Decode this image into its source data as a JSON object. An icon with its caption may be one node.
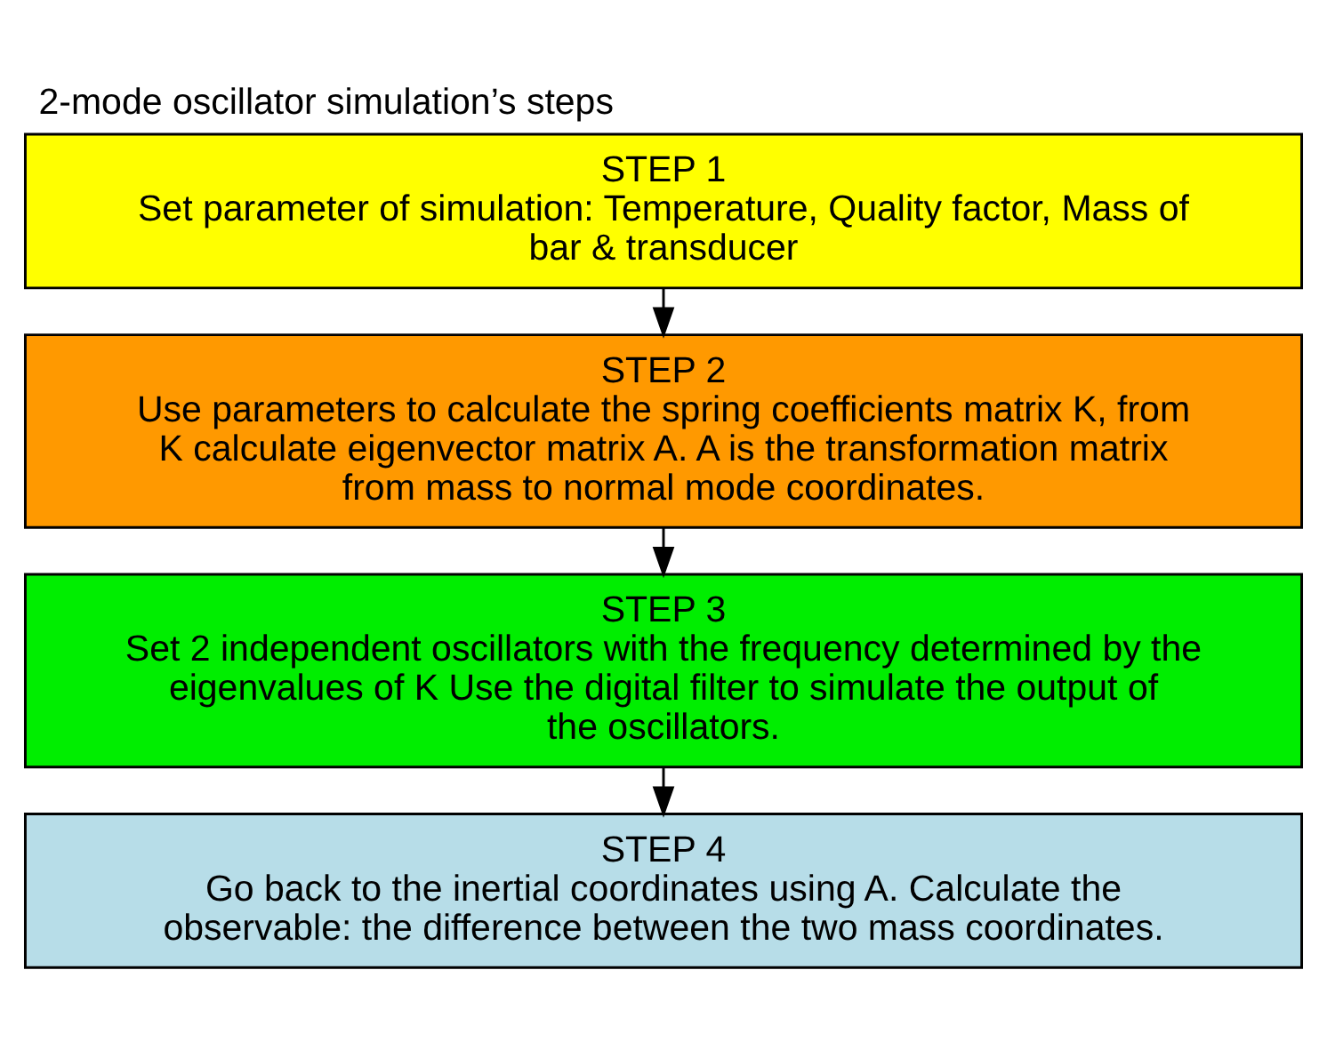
{
  "diagram": {
    "title": "2-mode oscillator simulation’s steps",
    "nodes": [
      {
        "text": [
          "STEP 1",
          "Set parameter of simulation: Temperature, Quality factor, Mass of bar & transducer"
        ]
      },
      {
        "text": [
          "STEP 2",
          "Use parameters to calculate the spring coefficients matrix K, from K calculate eigenvector matrix A. A is the transformation matrix from mass to normal mode coordinates."
        ]
      },
      {
        "text": [
          "STEP 3",
          "Set 2 independent oscillators with the frequency determined by the eigenvalues of K Use the digital filter to simulate the output of the oscillators."
        ]
      },
      {
        "text": [
          "STEP 4",
          "Go back to the inertial coordinates using A. Calculate the observable: the difference between the two mass coordinates."
        ]
      }
    ],
    "edges": [
      {
        "from": 0,
        "to": 1,
        "arrow": "to"
      },
      {
        "from": 1,
        "to": 2,
        "arrow": "to"
      },
      {
        "from": 2,
        "to": 3,
        "arrow": "to"
      }
    ]
  }
}
